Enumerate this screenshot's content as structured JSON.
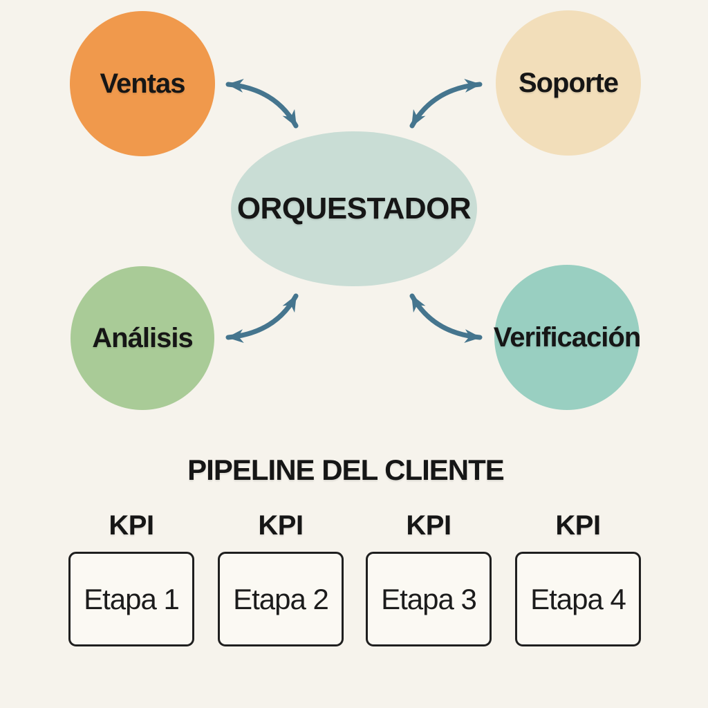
{
  "diagram": {
    "background_color": "#F6F3EC",
    "arrow_color": "#45758E",
    "orchestrator": {
      "label": "ORQUESTADOR",
      "color": "#C9DDD5"
    },
    "agents": [
      {
        "label": "Ventas",
        "color": "#F0994C",
        "position": "top-left"
      },
      {
        "label": "Soporte",
        "color": "#F2DEBA",
        "position": "top-right"
      },
      {
        "label": "Análisis",
        "color": "#A9CB97",
        "position": "bottom-left"
      },
      {
        "label": "Verificación",
        "color": "#99CFC1",
        "position": "bottom-right"
      }
    ],
    "connections": [
      {
        "from": "ORQUESTADOR",
        "to": "Ventas",
        "bidirectional": true
      },
      {
        "from": "ORQUESTADOR",
        "to": "Soporte",
        "bidirectional": true
      },
      {
        "from": "ORQUESTADOR",
        "to": "Análisis",
        "bidirectional": true
      },
      {
        "from": "ORQUESTADOR",
        "to": "Verificación",
        "bidirectional": true
      }
    ]
  },
  "pipeline": {
    "title": "PIPELINE DEL CLIENTE",
    "stages": [
      {
        "kpi_label": "KPI",
        "label": "Etapa 1"
      },
      {
        "kpi_label": "KPI",
        "label": "Etapa 2"
      },
      {
        "kpi_label": "KPI",
        "label": "Etapa 3"
      },
      {
        "kpi_label": "KPI",
        "label": "Etapa 4"
      }
    ]
  }
}
